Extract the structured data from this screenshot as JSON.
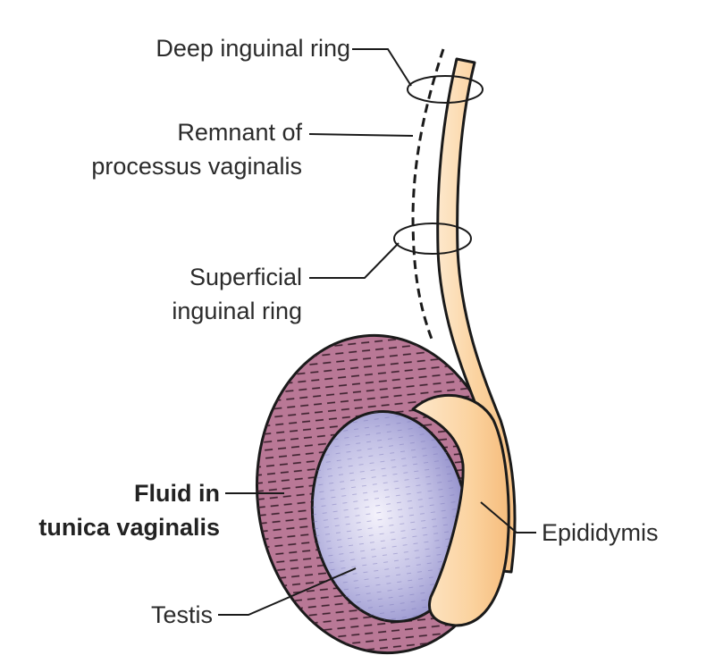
{
  "labels": {
    "deep_ring": "Deep inguinal ring",
    "remnant_line1": "Remnant of",
    "remnant_line2": "processus vaginalis",
    "superficial_line1": "Superficial",
    "superficial_line2": "inguinal ring",
    "fluid_line1": "Fluid in",
    "fluid_line2": "tunica vaginalis",
    "testis": "Testis",
    "epididymis": "Epididymis"
  },
  "colors": {
    "tunica_fill": "#b97896",
    "tunica_hatch": "#3a1f2c",
    "testis_center": "#f4f2fb",
    "testis_edge": "#8f8cc9",
    "cord_fill": "#fbd3a0",
    "cord_light": "#fde8cc",
    "outline": "#1a1a1a"
  }
}
